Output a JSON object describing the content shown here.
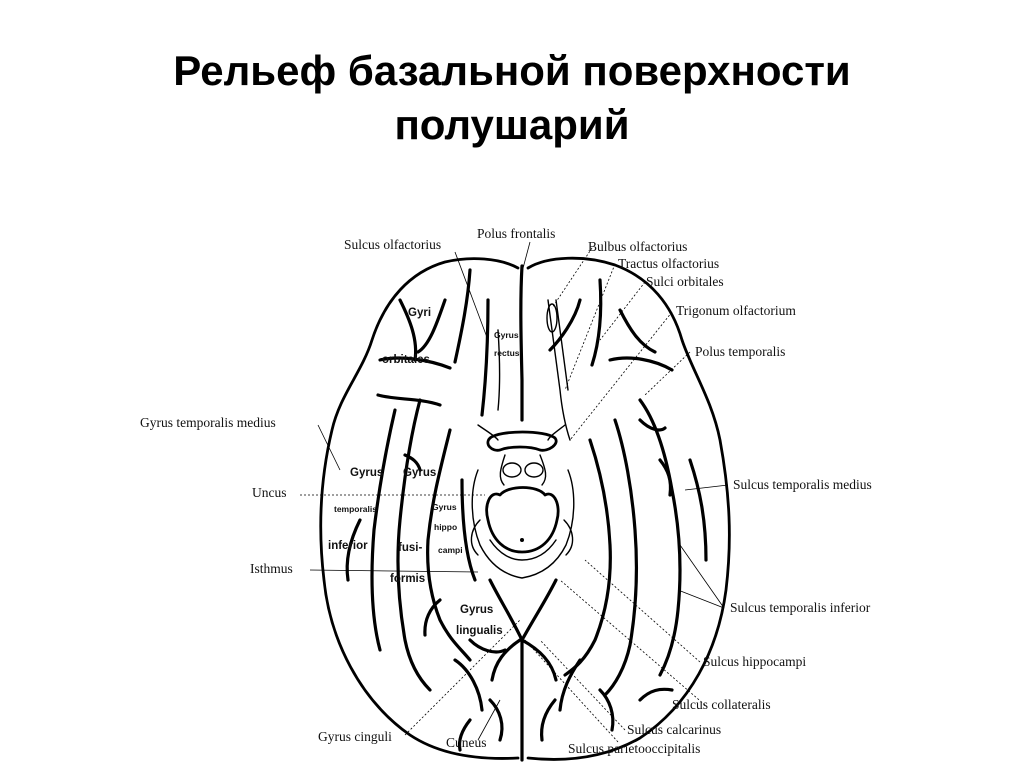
{
  "title": {
    "line1": "Рельеф базальной поверхности",
    "line2": "полушарий"
  },
  "labels": {
    "sulcus_olfactorius": "Sulcus olfactorius",
    "polus_frontalis": "Polus frontalis",
    "bulbus_olfactorius": "Bulbus olfactorius",
    "tractus_olfactorius": "Tractus olfactorius",
    "sulci_orbitales": "Sulci orbitales",
    "trigonum_olfactorium": "Trigonum olfactorium",
    "polus_temporalis": "Polus temporalis",
    "gyrus_temporalis_medius": "Gyrus temporalis medius",
    "uncus": "Uncus",
    "isthmus": "Isthmus",
    "sulcus_temporalis_medius": "Sulcus temporalis medius",
    "sulcus_temporalis_inferior": "Sulcus temporalis inferior",
    "sulcus_hippocampi": "Sulcus hippocampi",
    "sulcus_collateralis": "Sulcus collateralis",
    "sulcus_calcarinus": "Sulcus calcarinus",
    "sulcus_parietooccipitalis": "Sulcus parietooccipitalis",
    "gyrus_cinguli": "Gyrus cinguli",
    "cuneus": "Cuneus"
  },
  "inner_labels": {
    "gyri": "Gyri",
    "orbitales": "orbitales",
    "gyrus_rectus_1": "Gyrus",
    "gyrus_rectus_2": "rectus",
    "gyrus_temporalis_1": "Gyrus",
    "gyrus_temporalis_2": "temporalis",
    "gyrus_temporalis_3": "inferior",
    "gyrus_fusiformis_1": "Gyrus",
    "gyrus_fusiformis_2": "fusi-",
    "gyrus_fusiformis_3": "formis",
    "gyrus_hippocampi_1": "Gyrus",
    "gyrus_hippocampi_2": "hippo",
    "gyrus_hippocampi_3": "campi",
    "gyrus_lingualis_1": "Gyrus",
    "gyrus_lingualis_2": "lingualis"
  }
}
